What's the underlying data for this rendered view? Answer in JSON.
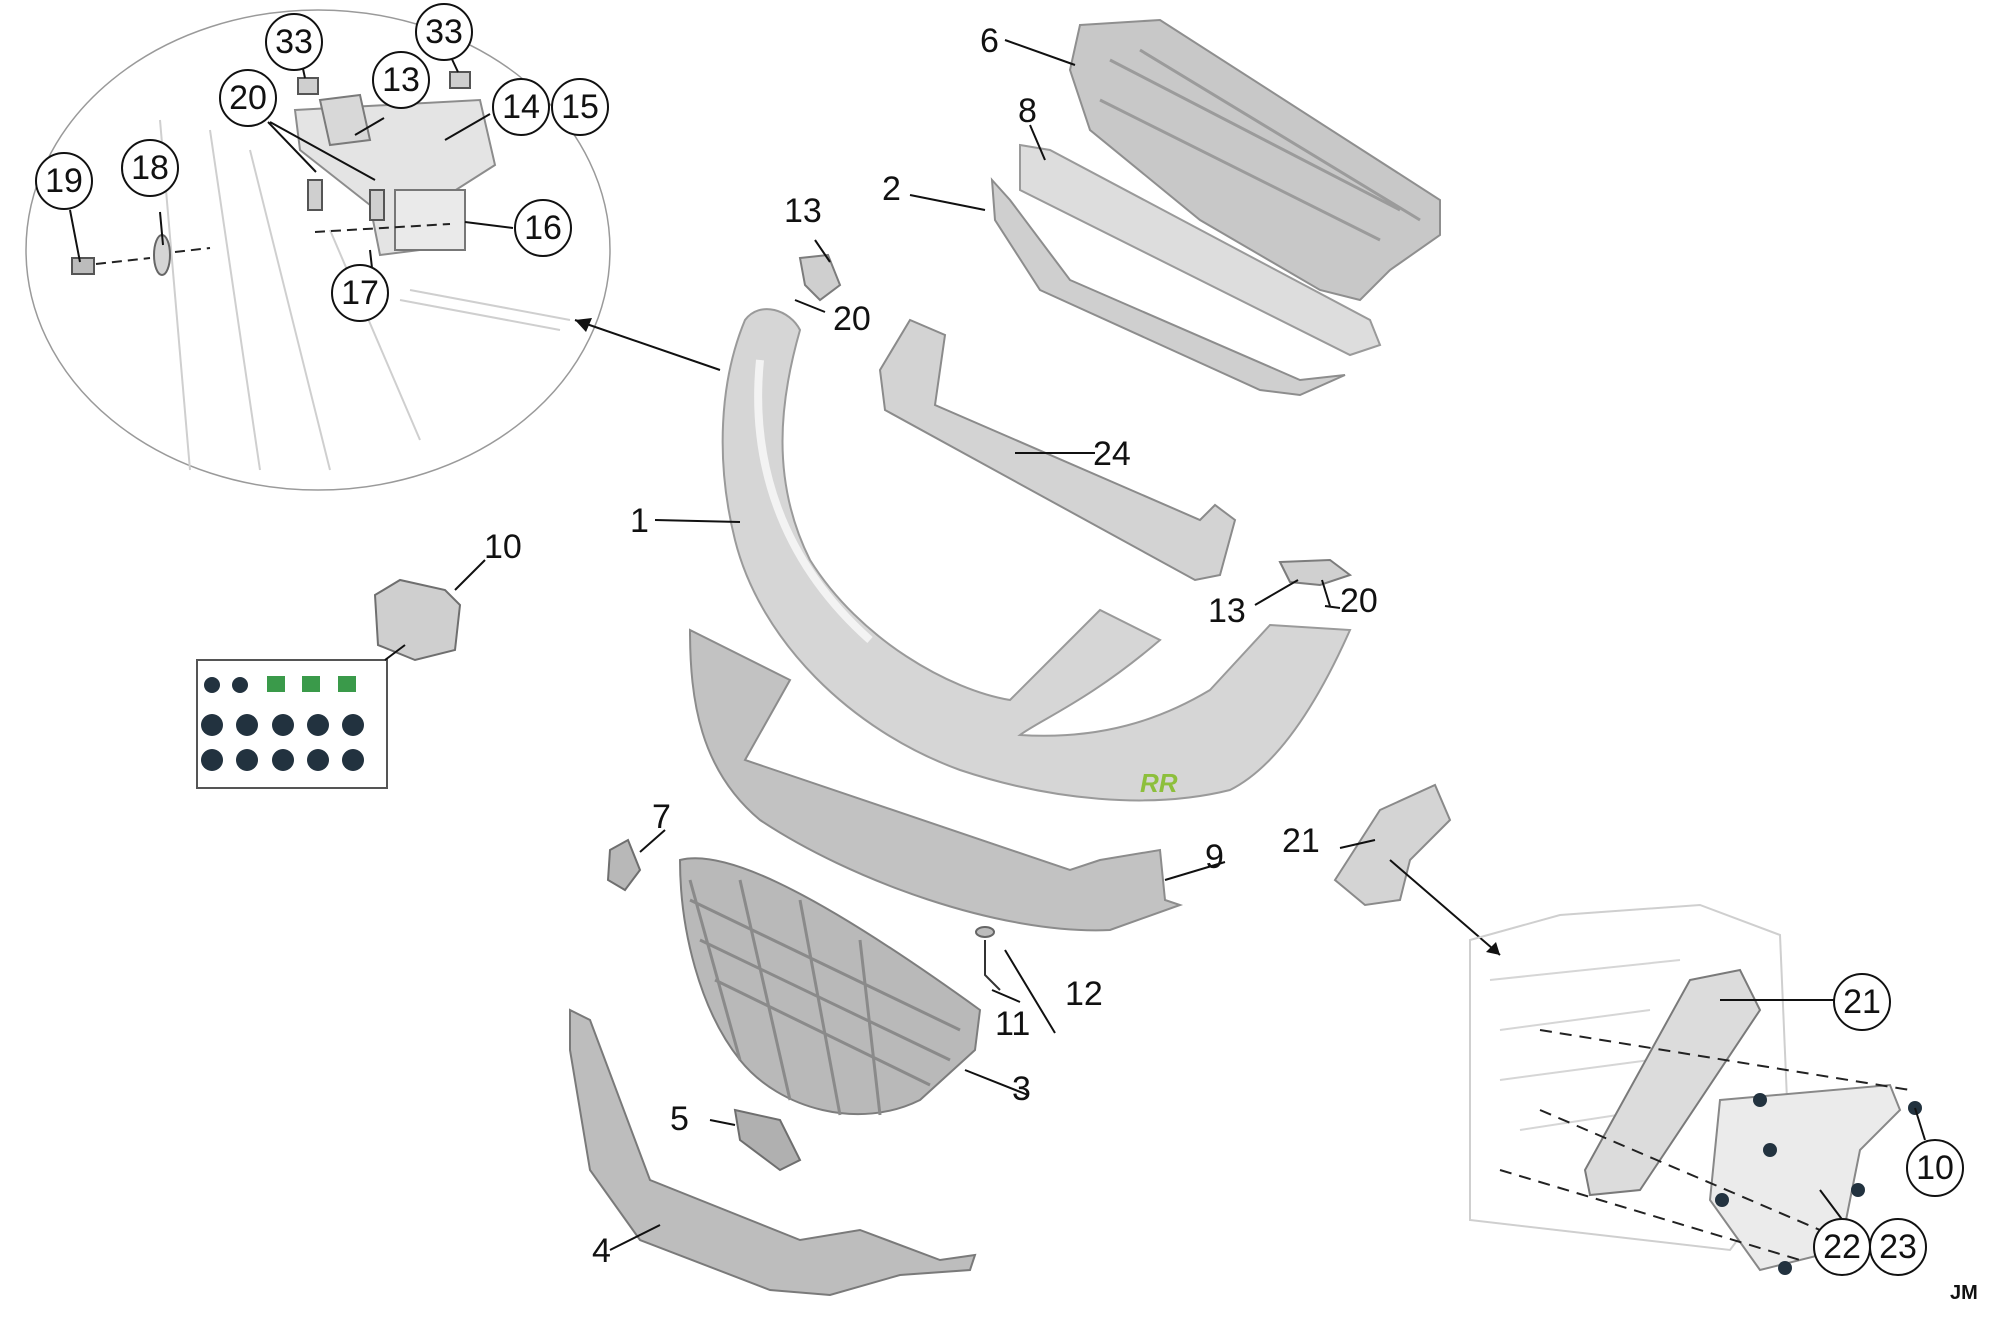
{
  "diagram": {
    "badge": "JM",
    "logo": {
      "text": "RR",
      "color": "#8dbf3c"
    },
    "colors": {
      "part": "#d2d2d2",
      "part_dark": "#a9a9a9",
      "line": "#111111",
      "sketch": "#c9c9c9",
      "clip_green": "#3a9a4a",
      "clip_dark": "#22323f"
    },
    "callouts": {
      "p1": "1",
      "p2": "2",
      "p3": "3",
      "p4": "4",
      "p5": "5",
      "p6": "6",
      "p7": "7",
      "p8": "8",
      "p9": "9",
      "p10_kit": "10",
      "p11": "11",
      "p12": "12",
      "p13_a": "13",
      "p20_a": "20",
      "p13_b": "13",
      "p20_b": "20",
      "p21": "21",
      "p24": "24"
    },
    "circled": {
      "c33_a": "33",
      "c33_b": "33",
      "c13": "13",
      "c20": "20",
      "c14": "14",
      "c15": "15",
      "c19": "19",
      "c18": "18",
      "c16": "16",
      "c17": "17",
      "c21": "21",
      "c10": "10",
      "c22": "22",
      "c23": "23"
    }
  }
}
